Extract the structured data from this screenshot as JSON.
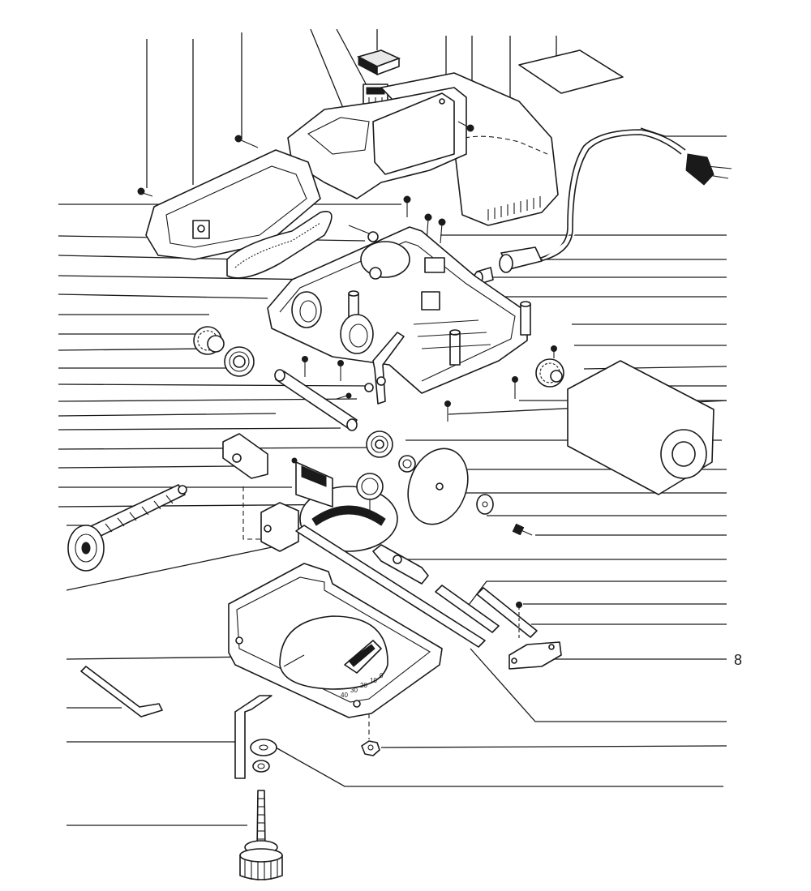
{
  "callout_labels": {
    "right_8": "8"
  },
  "angle_scale": [
    "40",
    "30",
    "20",
    "10",
    "0"
  ],
  "icons": [
    "power-plug-icon",
    "hex-key-icon",
    "knob-icon",
    "gear-icon"
  ]
}
